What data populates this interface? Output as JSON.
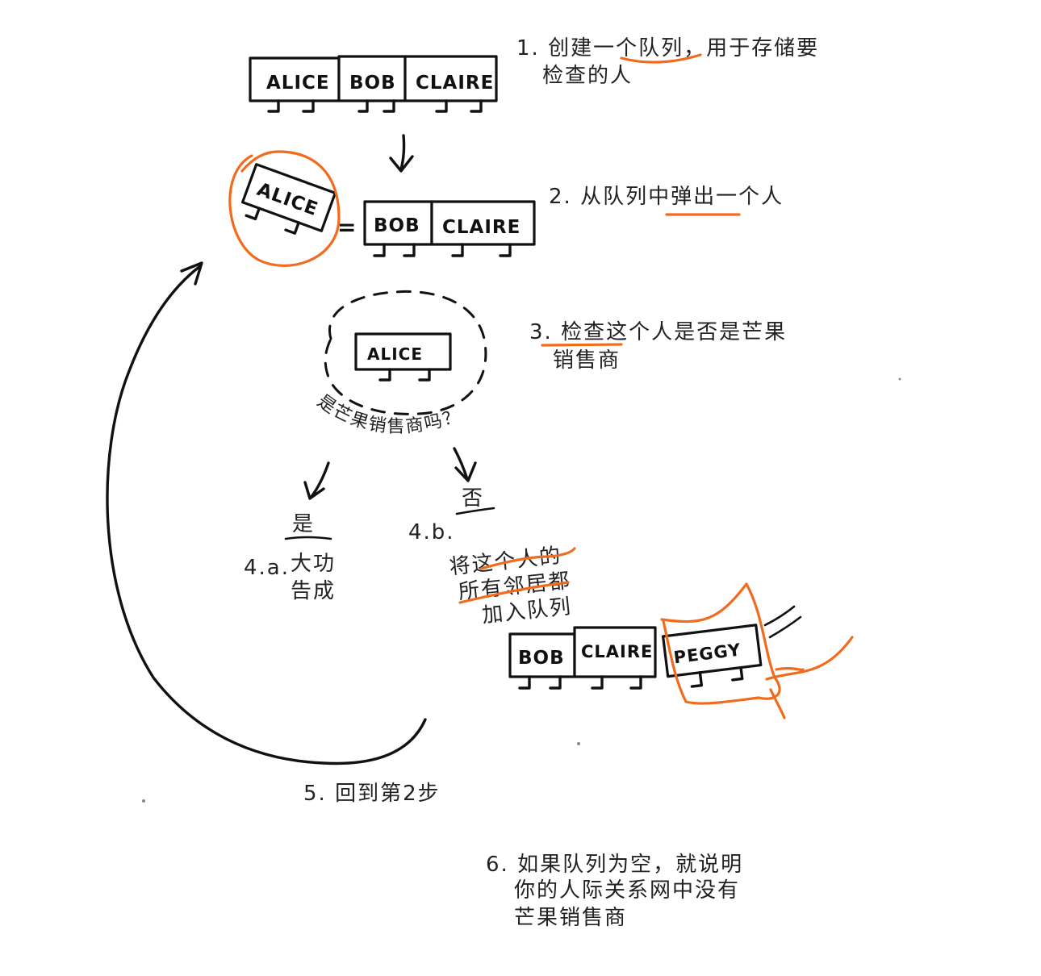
{
  "names": {
    "alice": "ALICE",
    "bob": "BOB",
    "claire": "CLAIRE",
    "peggy": "PEGGY"
  },
  "equals": "=",
  "steps": {
    "s1_line1": "1. 创建一个队列，用于存储要",
    "s1_line2": "检查的人",
    "s2": "2. 从队列中弹出一个人",
    "s3_line1": "3. 检查这个人是否是芒果",
    "s3_line2": "销售商",
    "question": "是芒果销售商吗？",
    "yes": "是",
    "no": "否",
    "s4a_label": "4.a.",
    "s4a_line1": "大功",
    "s4a_line2": "告成",
    "s4b_label": "4.b.",
    "s4b_line1": "将这个人的",
    "s4b_line2": "所有邻居都",
    "s4b_line3": "加入队列",
    "s5": "5. 回到第2步",
    "s6_line1": "6. 如果队列为空，就说明",
    "s6_line2": "你的人际关系网中没有",
    "s6_line3": "芒果销售商"
  },
  "colors": {
    "ink": "#111111",
    "highlight": "#f26b1d",
    "background": "#ffffff"
  }
}
